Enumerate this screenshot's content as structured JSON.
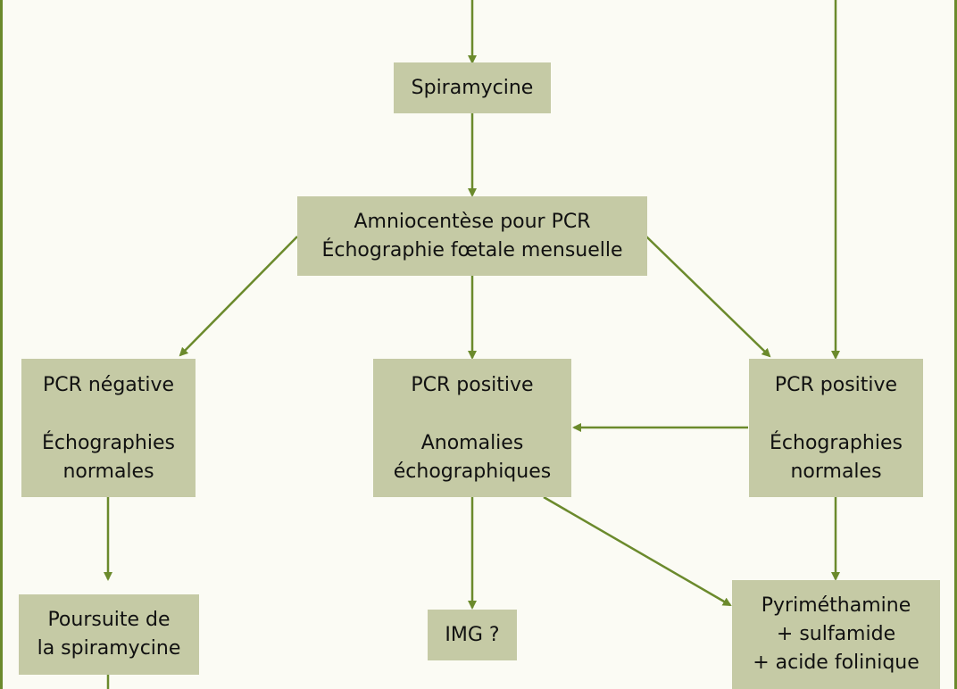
{
  "nodes": {
    "spiramycine": {
      "lines": [
        "Spiramycine"
      ]
    },
    "amniocentese": {
      "lines": [
        "Amniocentèse pour PCR",
        "Échographie fœtale mensuelle"
      ]
    },
    "pcr_negative": {
      "title": "PCR négative",
      "lines": [
        "Échographies",
        "normales"
      ]
    },
    "pcr_positive_anomalies": {
      "title": "PCR positive",
      "lines": [
        "Anomalies",
        "échographiques"
      ]
    },
    "pcr_positive_normales": {
      "title": "PCR positive",
      "lines": [
        "Échographies",
        "normales"
      ]
    },
    "poursuite": {
      "lines": [
        "Poursuite de",
        "la spiramycine"
      ]
    },
    "img": {
      "lines": [
        "IMG ?"
      ]
    },
    "pyrimethamine": {
      "lines": [
        "Pyriméthamine",
        "+ sulfamide",
        "+ acide folinique"
      ]
    }
  },
  "colors": {
    "box_fill": "#c5caa5",
    "arrow": "#6b8a2c",
    "background": "#fbfbf4"
  }
}
